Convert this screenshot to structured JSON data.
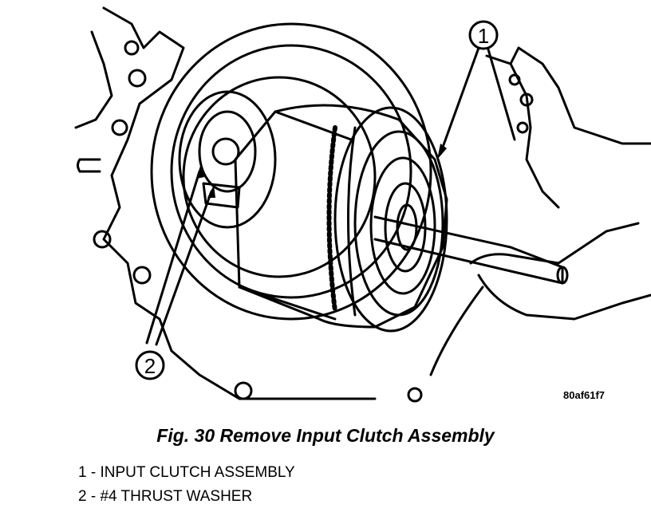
{
  "figure": {
    "title": "Fig. 30 Remove Input Clutch Assembly",
    "ref_code": "80af61f7"
  },
  "callouts": [
    {
      "number": "1"
    },
    {
      "number": "2"
    }
  ],
  "legend": [
    {
      "text": "1 - INPUT CLUTCH ASSEMBLY"
    },
    {
      "text": "2 - #4 THRUST WASHER"
    }
  ]
}
